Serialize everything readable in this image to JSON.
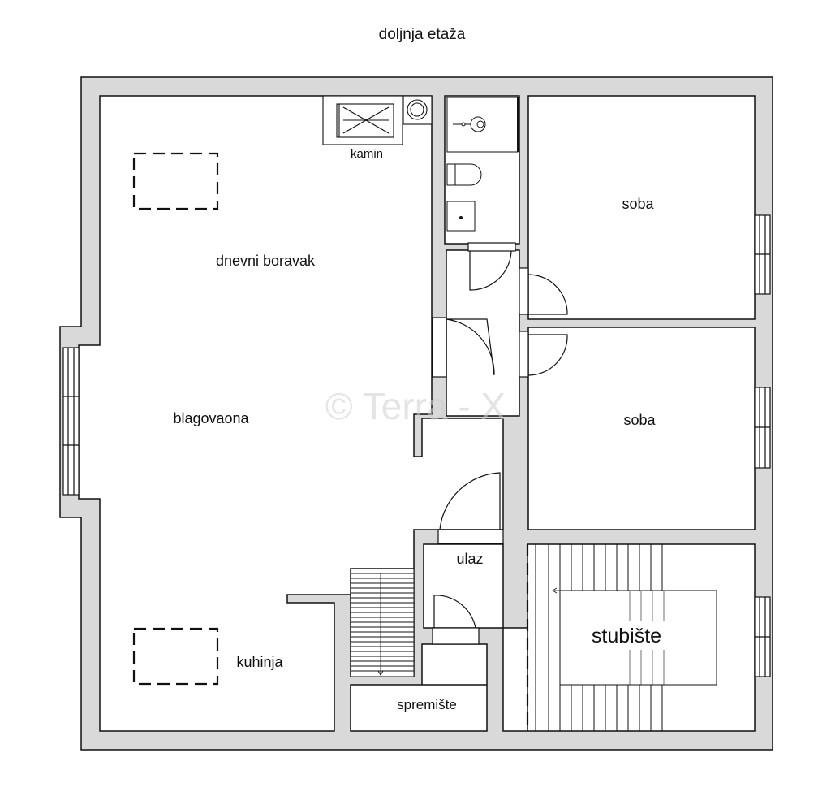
{
  "title": "doljnja etaža",
  "watermark": "© Terra - X",
  "labels": {
    "fireplace": "kamin",
    "living_room": "dnevni boravak",
    "dining_room": "blagovaona",
    "kitchen": "kuhinja",
    "bedroom_top": "soba",
    "bedroom_middle": "soba",
    "entrance": "ulaz",
    "staircase": "stubište",
    "storage": "spremište"
  },
  "colors": {
    "wall": "#d9d9d9",
    "line": "#111111",
    "background": "#ffffff",
    "watermark": "#cfcfcf"
  }
}
